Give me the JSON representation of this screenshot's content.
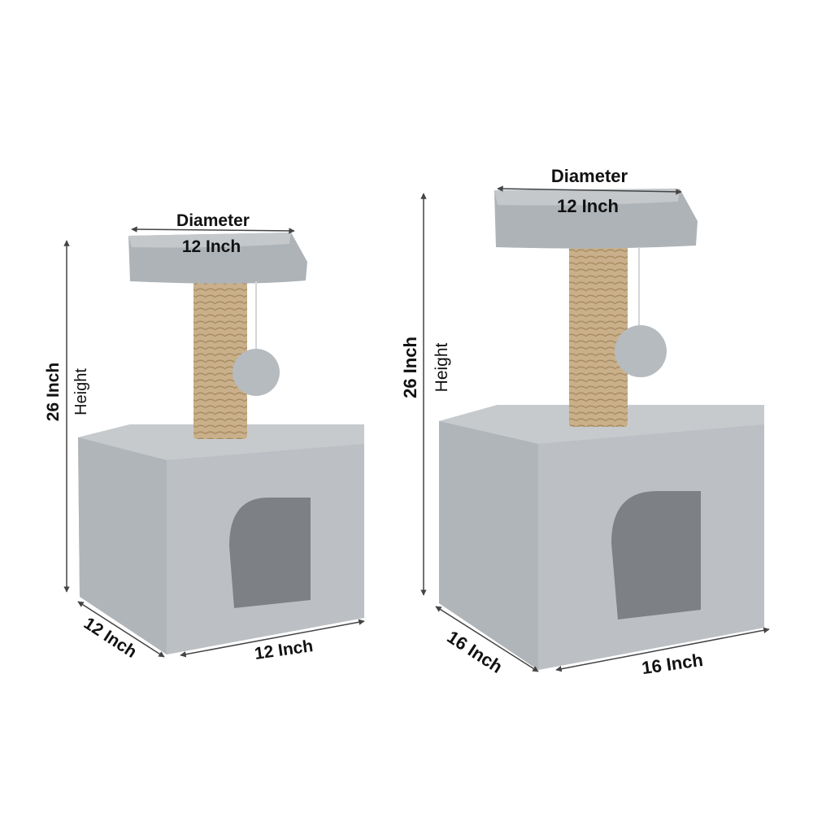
{
  "colors": {
    "plush": "#b9bec2",
    "plush_dark": "#9ea3a8",
    "plush_light": "#cfd3d6",
    "sisal": "#c9b08a",
    "opening": "#7d8186",
    "text": "#111111"
  },
  "small_tree": {
    "platform": {
      "label": "Diameter",
      "value": "12 Inch"
    },
    "height": {
      "value": "26 Inch",
      "label": "Height"
    },
    "depth": {
      "value": "12 Inch"
    },
    "width": {
      "value": "12 Inch"
    }
  },
  "large_tree": {
    "platform": {
      "label": "Diameter",
      "value": "12 Inch"
    },
    "height": {
      "value": "26 Inch",
      "label": "Height"
    },
    "depth": {
      "value": "16 Inch"
    },
    "width": {
      "value": "16 Inch"
    }
  }
}
